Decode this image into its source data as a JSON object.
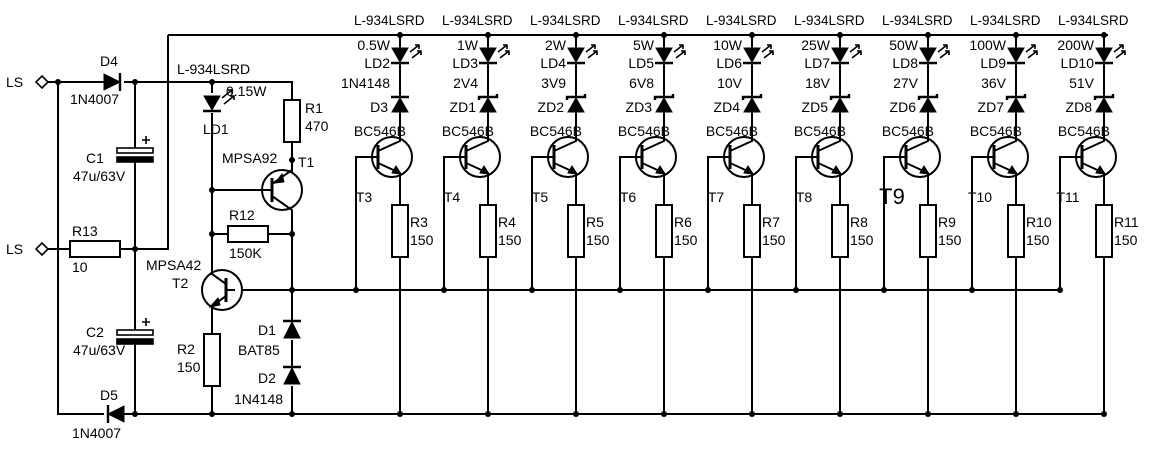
{
  "left": {
    "terminal_top": "LS",
    "terminal_bottom": "LS",
    "d4_name": "D4",
    "d4_value": "1N4007",
    "d5_name": "D5",
    "d5_value": "1N4007",
    "c1_name": "C1",
    "c1_value": "47u/63V",
    "c2_name": "C2",
    "c2_value": "47u/63V",
    "r13_name": "R13",
    "r13_value": "10",
    "ld1_part": "L-934LSRD",
    "ld1_power": "0.15W",
    "ld1_name": "LD1",
    "r1_name": "R1",
    "r1_value": "470",
    "t1_part": "MPSA92",
    "t1_name": "T1",
    "r12_name": "R12",
    "r12_value": "150K",
    "t2_part": "MPSA42",
    "t2_name": "T2",
    "r2_name": "R2",
    "r2_value": "150",
    "d1_name": "D1",
    "d1_value": "BAT85",
    "d2_name": "D2",
    "d2_value": "1N4148"
  },
  "channels": [
    {
      "led_part": "L-934LSRD",
      "power": "0.5W",
      "led": "LD2",
      "diode": "D3",
      "diode_value": "1N4148",
      "transistor_part": "BC546B",
      "transistor": "T3",
      "resistor": "R3",
      "resistor_value": "150"
    },
    {
      "led_part": "L-934LSRD",
      "power": "1W",
      "led": "LD3",
      "diode": "ZD1",
      "diode_value": "2V4",
      "transistor_part": "BC546B",
      "transistor": "T4",
      "resistor": "R4",
      "resistor_value": "150"
    },
    {
      "led_part": "L-934LSRD",
      "power": "2W",
      "led": "LD4",
      "diode": "ZD2",
      "diode_value": "3V9",
      "transistor_part": "BC546B",
      "transistor": "T5",
      "resistor": "R5",
      "resistor_value": "150"
    },
    {
      "led_part": "L-934LSRD",
      "power": "5W",
      "led": "LD5",
      "diode": "ZD3",
      "diode_value": "6V8",
      "transistor_part": "BC546B",
      "transistor": "T6",
      "resistor": "R6",
      "resistor_value": "150"
    },
    {
      "led_part": "L-934LSRD",
      "power": "10W",
      "led": "LD6",
      "diode": "ZD4",
      "diode_value": "10V",
      "transistor_part": "BC546B",
      "transistor": "T7",
      "resistor": "R7",
      "resistor_value": "150"
    },
    {
      "led_part": "L-934LSRD",
      "power": "25W",
      "led": "LD7",
      "diode": "ZD5",
      "diode_value": "18V",
      "transistor_part": "BC546B",
      "transistor": "T8",
      "resistor": "R8",
      "resistor_value": "150"
    },
    {
      "led_part": "L-934LSRD",
      "power": "50W",
      "led": "LD8",
      "diode": "ZD6",
      "diode_value": "27V",
      "transistor_part": "BC546B",
      "transistor": "T9",
      "resistor": "R9",
      "resistor_value": "150"
    },
    {
      "led_part": "L-934LSRD",
      "power": "100W",
      "led": "LD9",
      "diode": "ZD7",
      "diode_value": "36V",
      "transistor_part": "BC546B",
      "transistor": "T10",
      "resistor": "R10",
      "resistor_value": "150"
    },
    {
      "led_part": "L-934LSRD",
      "power": "200W",
      "led": "LD10",
      "diode": "ZD8",
      "diode_value": "51V",
      "transistor_part": "BC546B",
      "transistor": "T11",
      "resistor": "R11",
      "resistor_value": "150"
    }
  ]
}
